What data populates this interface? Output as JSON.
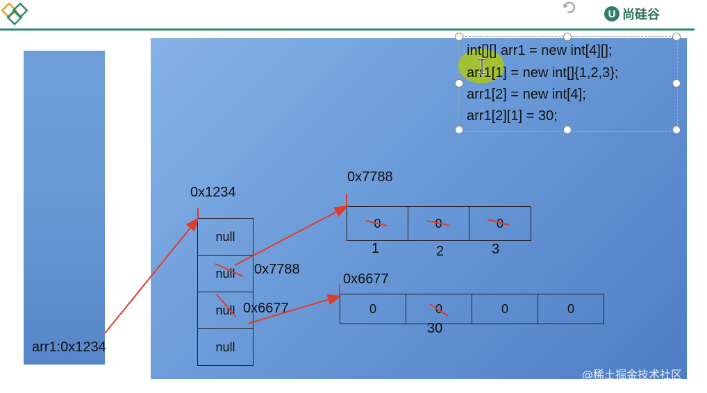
{
  "header": {
    "brand_mark": "U",
    "brand_text": "尚硅谷"
  },
  "code": {
    "lines": [
      "int[][] arr1 = new int[4][];",
      "arr1[1] = new int[]{1,2,3};",
      "arr1[2] = new int[4];",
      "arr1[2][1] = 30;"
    ]
  },
  "stack": {
    "label": "arr1:0x1234"
  },
  "outer_array": {
    "address": "0x1234",
    "cells": [
      "null",
      "null",
      "null",
      "null"
    ]
  },
  "inner_array_1": {
    "address": "0x7788",
    "ref_label": "0x7788",
    "cells": [
      "0",
      "0",
      "0"
    ],
    "new_values": [
      "1",
      "2",
      "3"
    ]
  },
  "inner_array_2": {
    "address": "0x6677",
    "ref_label": "0x6677",
    "cells": [
      "0",
      "0",
      "0",
      "0"
    ],
    "new_value": "30"
  },
  "watermark": "@稀土掘金技术社区",
  "colors": {
    "arrow": "#e03c2c",
    "accent": "#2e8b6e"
  }
}
